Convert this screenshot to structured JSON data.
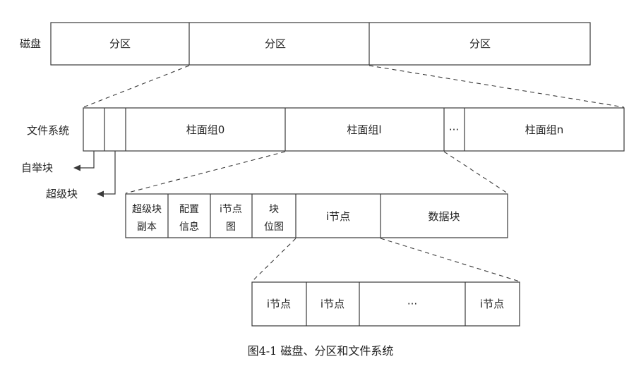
{
  "labels": {
    "disk": "磁盘",
    "file_system": "文件系统",
    "boot_block": "自举块",
    "super_block": "超级块"
  },
  "row1": {
    "cells": [
      "分区",
      "分区",
      "分区"
    ]
  },
  "row2": {
    "cells": [
      "",
      "",
      "柱面组0",
      "柱面组l",
      "···",
      "柱面组n"
    ]
  },
  "row3": {
    "cells": [
      {
        "line1": "超级块",
        "line2": "副本"
      },
      {
        "line1": "配置",
        "line2": "信息"
      },
      {
        "line1": "i节点",
        "line2": "图"
      },
      {
        "line1": "块",
        "line2": "位图"
      },
      {
        "line1": "i节点",
        "line2": ""
      },
      {
        "line1": "数据块",
        "line2": ""
      }
    ]
  },
  "row4": {
    "cells": [
      "i节点",
      "i节点",
      "···",
      "i节点"
    ]
  },
  "caption": "图4-1   磁盘、分区和文件系统"
}
